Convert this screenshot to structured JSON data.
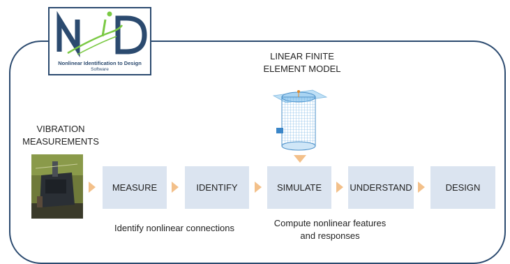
{
  "logo": {
    "mark": "NiD",
    "name": "Nonlinear Identification to Design",
    "subtitle": "Software"
  },
  "model": {
    "title_line1": "LINEAR FINITE",
    "title_line2": "ELEMENT MODEL"
  },
  "vibration": {
    "title_line1": "VIBRATION",
    "title_line2": "MEASUREMENTS"
  },
  "steps": [
    "MEASURE",
    "IDENTIFY",
    "SIMULATE",
    "UNDERSTAND",
    "DESIGN"
  ],
  "notes": {
    "identify": "Identify nonlinear connections",
    "simulate_line1": "Compute nonlinear features",
    "simulate_line2": "and responses"
  },
  "colors": {
    "frame": "#2b4a6f",
    "step_fill": "#dbe4f0",
    "arrow": "#f3c08a",
    "logo_swoosh": "#7ac943"
  }
}
